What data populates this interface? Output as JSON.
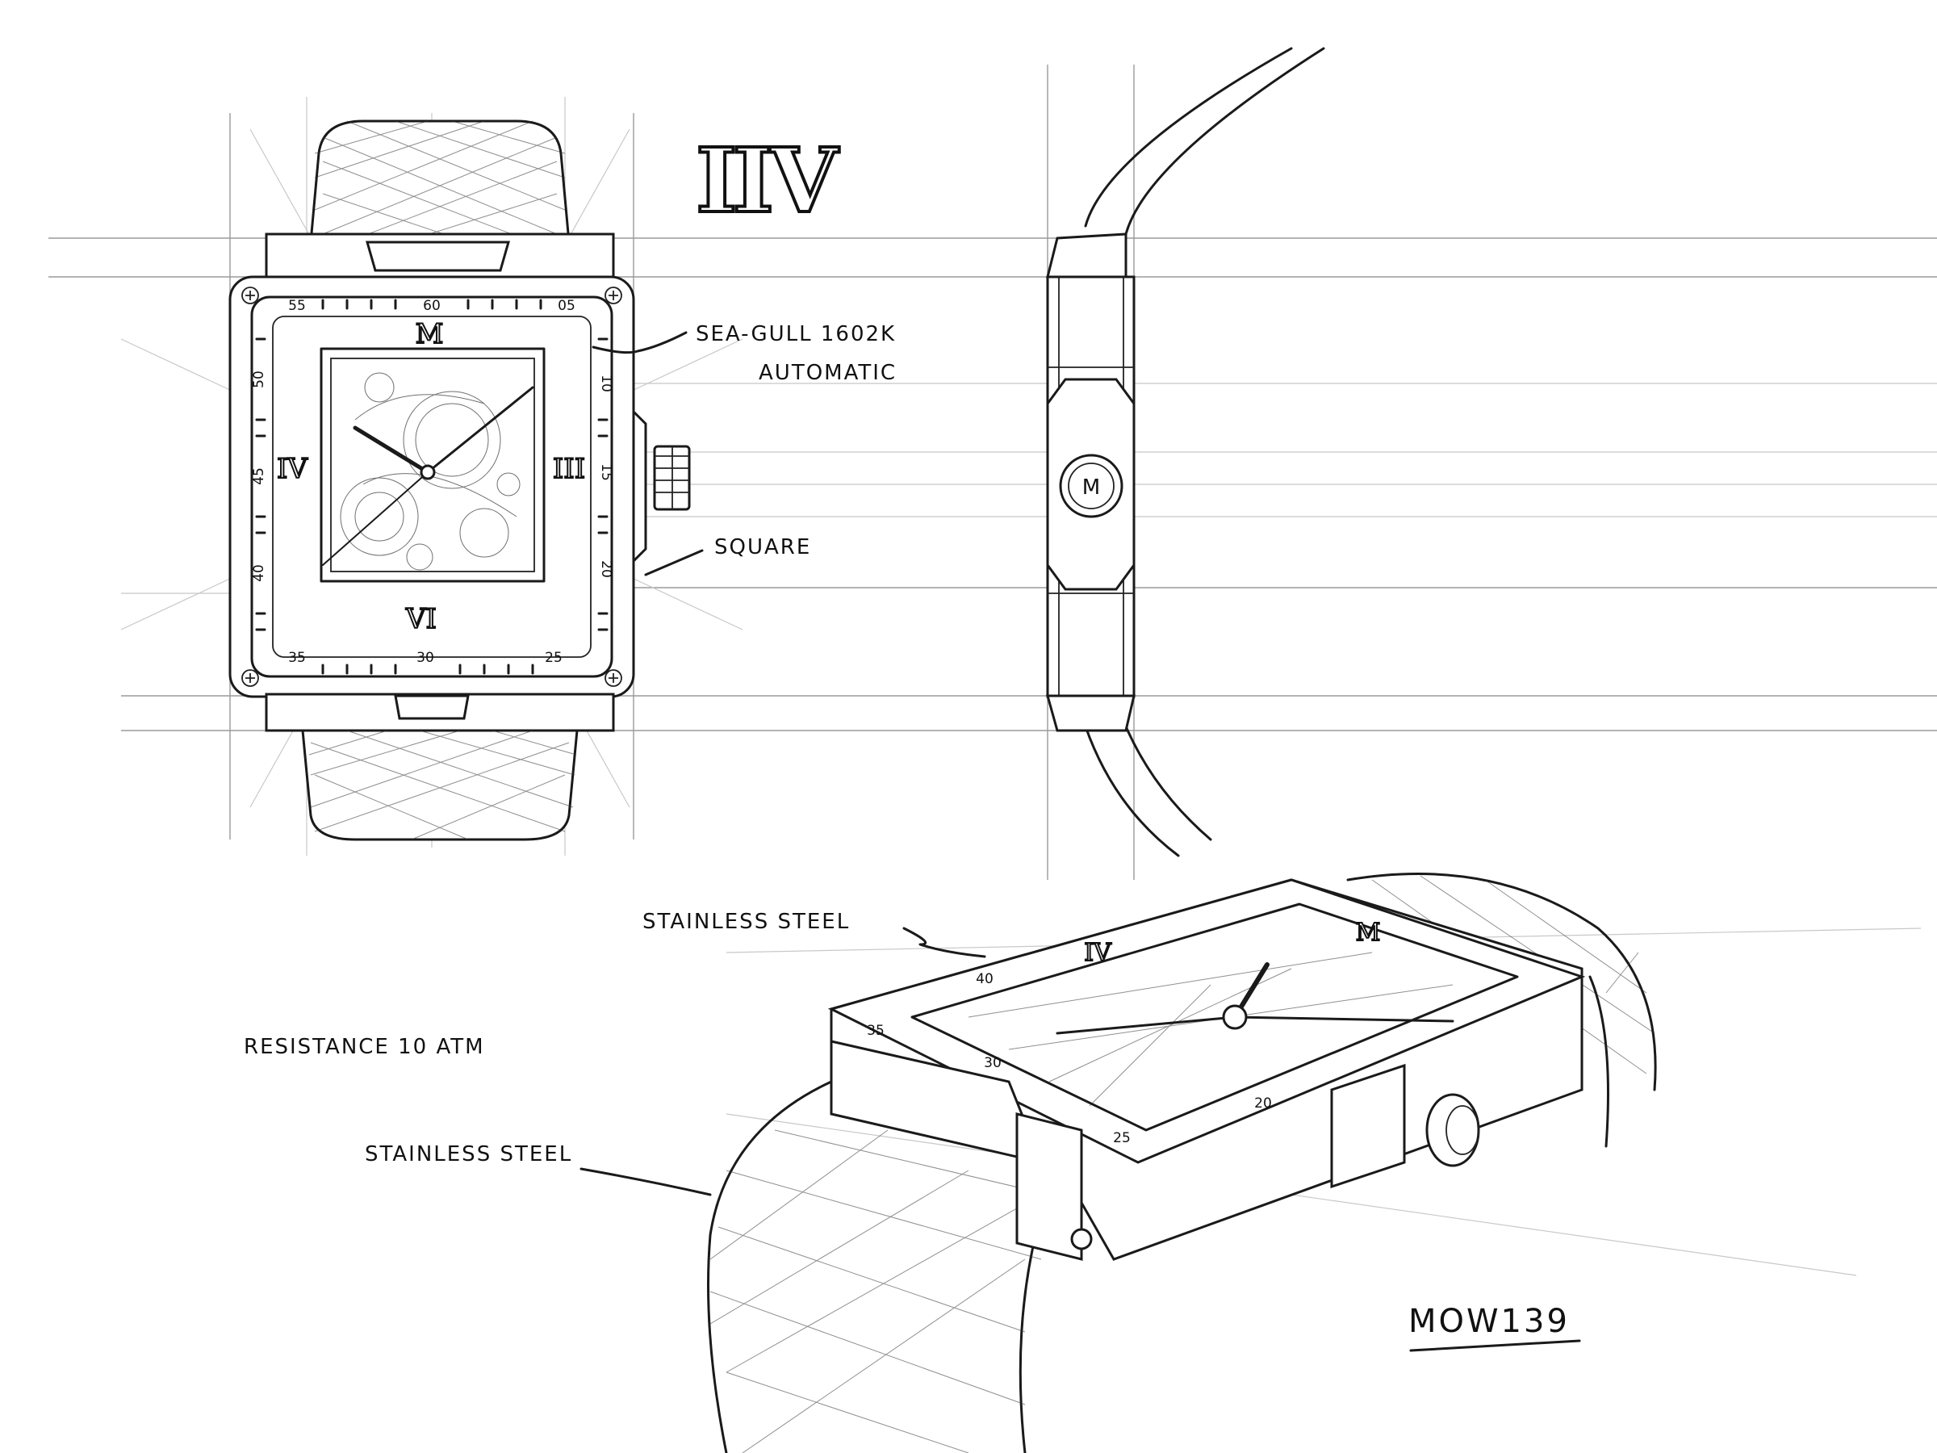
{
  "logo_mark": "IIV",
  "annotations": {
    "movement": "SEA-GULL 1602K",
    "movement_type": "AUTOMATIC",
    "case_shape": "SQUARE",
    "case_material": "STAINLESS STEEL",
    "water_resistance": "RESISTANCE  10 ATM",
    "lug_material": "STAINLESS STEEL"
  },
  "model_number": "MOW139",
  "front_view": {
    "bezel_numbers": {
      "top": [
        "55",
        "60",
        "05"
      ],
      "right": [
        "10",
        "15",
        "20"
      ],
      "bottom": [
        "35",
        "30",
        "25"
      ],
      "left": [
        "50",
        "45",
        "40"
      ]
    },
    "dial_numerals": {
      "twelve": "M",
      "three": "III",
      "six": "VI",
      "nine": "IV"
    }
  },
  "side_view": {
    "crown_mark": "M"
  },
  "perspective_view": {
    "bezel_numbers": [
      "40",
      "35",
      "30",
      "25",
      "20"
    ],
    "dial_numerals": [
      "IV",
      "M"
    ]
  }
}
